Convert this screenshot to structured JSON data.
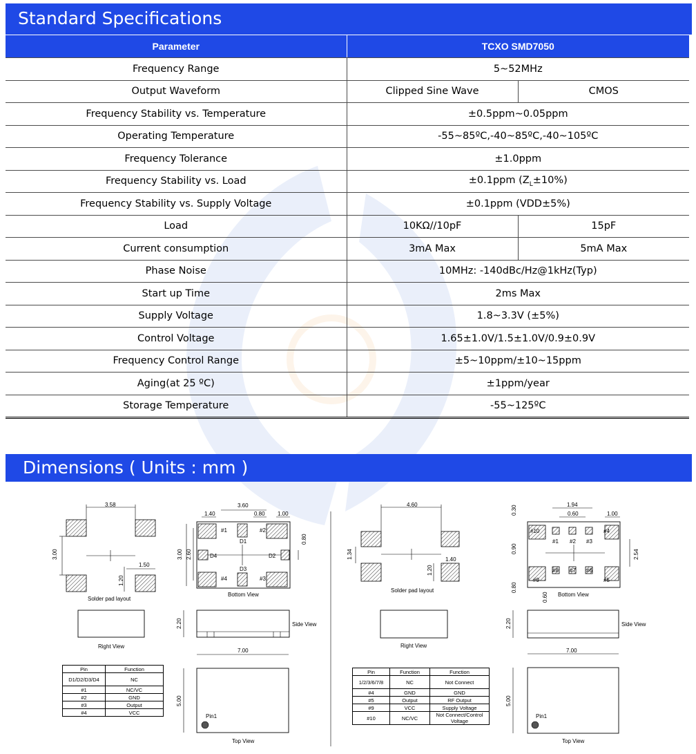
{
  "spec": {
    "title": "Standard Specifications",
    "header": {
      "parameter": "Parameter",
      "model": "TCXO SMD7050"
    },
    "rows": [
      {
        "param": "Frequency Range",
        "value": "5~52MHz"
      },
      {
        "param": "Output Waveform",
        "value_a": "Clipped Sine Wave",
        "value_b": "CMOS"
      },
      {
        "param": "Frequency Stability vs. Temperature",
        "value": "±0.5ppm~0.05ppm"
      },
      {
        "param": "Operating Temperature",
        "value": "-55~85ºC,-40~85ºC,-40~105ºC"
      },
      {
        "param": "Frequency Tolerance",
        "value": "±1.0ppm"
      },
      {
        "param": "Frequency Stability vs. Load",
        "value_pre": "±0.1ppm  (Z",
        "value_sub": "L",
        "value_post": "±10%)"
      },
      {
        "param": "Frequency Stability vs. Supply Voltage",
        "value": "±0.1ppm  (VDD±5%)"
      },
      {
        "param": "Load",
        "value_a": "10KΩ//10pF",
        "value_b": "15pF"
      },
      {
        "param": "Current consumption",
        "value_a": "3mA Max",
        "value_b": "5mA Max"
      },
      {
        "param": "Phase Noise",
        "value": "10MHz: -140dBc/Hz@1kHz(Typ)"
      },
      {
        "param": "Start up Time",
        "value": "2ms Max"
      },
      {
        "param": "Supply Voltage",
        "value": "1.8~3.3V  (±5%)"
      },
      {
        "param": "Control Voltage",
        "value": "1.65±1.0V/1.5±1.0V/0.9±0.9V"
      },
      {
        "param": "Frequency Control Range",
        "value": "±5~10ppm/±10~15ppm"
      },
      {
        "param": "Aging(at 25 ºC)",
        "value": "±1ppm/year"
      },
      {
        "param": "Storage Temperature",
        "value": "-55~125ºC"
      }
    ]
  },
  "dimensions": {
    "title": "Dimensions ( Units : mm )",
    "left": {
      "pad_dims": {
        "w": "3.58",
        "h": "3.00",
        "pad_w": "1.50",
        "pad_h": "1.20"
      },
      "pad_caption": "Solder pad layout",
      "bottom_dims": {
        "a": "3.60",
        "b": "1.40",
        "c": "0.80",
        "d": "1.00",
        "e": "3.00",
        "f": "2.60",
        "g": "0.80"
      },
      "bottom_labels": [
        "#1",
        "#2",
        "#3",
        "#4",
        "D1",
        "D2",
        "D3",
        "D4"
      ],
      "bottom_caption": "Bottom View",
      "side_caption": "Side View",
      "right_caption": "Right View",
      "side_h": "2.20",
      "top_w": "7.00",
      "top_h": "5.00",
      "pin1": "Pin1",
      "top_caption": "Top View",
      "pin_table": {
        "headers": [
          "Pin",
          "Function"
        ],
        "rows": [
          [
            "D1/D2/D3/D4",
            "NC"
          ],
          [
            "#1",
            "NC/VC"
          ],
          [
            "#2",
            "GND"
          ],
          [
            "#3",
            "Output"
          ],
          [
            "#4",
            "VCC"
          ]
        ]
      }
    },
    "right": {
      "pad_dims": {
        "w": "4.60",
        "h": "1.34",
        "pad_w": "1.40",
        "pad_h": "1.20"
      },
      "pad_caption": "Solder pad layout",
      "bottom_dims": {
        "a": "1.94",
        "b": "0.60",
        "c": "1.00",
        "d": "0.30",
        "e": "0.90",
        "f": "2.54",
        "g": "0.80",
        "h": "0.60"
      },
      "bottom_labels": [
        "#10",
        "#1",
        "#2",
        "#3",
        "#4",
        "#8",
        "#7",
        "#6",
        "#9",
        "#5"
      ],
      "bottom_caption": "Bottom View",
      "side_caption": "Side View",
      "right_caption": "Right View",
      "side_h": "2.20",
      "top_w": "7.00",
      "top_h": "5.00",
      "pin1": "Pin1",
      "top_caption": "Top View",
      "pin_table": {
        "headers": [
          "Pin",
          "Function",
          "Function"
        ],
        "rows": [
          [
            "1/2/3/6/7/8",
            "NC",
            "Not Connect"
          ],
          [
            "#4",
            "GND",
            "GND"
          ],
          [
            "#5",
            "Output",
            "RF Output"
          ],
          [
            "#9",
            "VCC",
            "Supply Voltage"
          ],
          [
            "#10",
            "NC/VC",
            "Not Connect/Control Voltage"
          ]
        ]
      }
    }
  }
}
